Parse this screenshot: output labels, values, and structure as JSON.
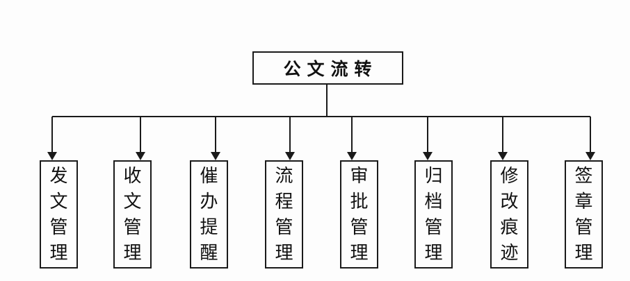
{
  "diagram": {
    "root": {
      "label": "公 文 流 转"
    },
    "modules": [
      {
        "label": "发文管理"
      },
      {
        "label": "收文管理"
      },
      {
        "label": "催办提醒"
      },
      {
        "label": "流程管理"
      },
      {
        "label": "审批管理"
      },
      {
        "label": "归档管理"
      },
      {
        "label": "修改痕迹"
      },
      {
        "label": "签章管理"
      }
    ]
  },
  "colors": {
    "line": "#1a1a1a",
    "text": "#111111",
    "background": "#fdfdfd"
  }
}
